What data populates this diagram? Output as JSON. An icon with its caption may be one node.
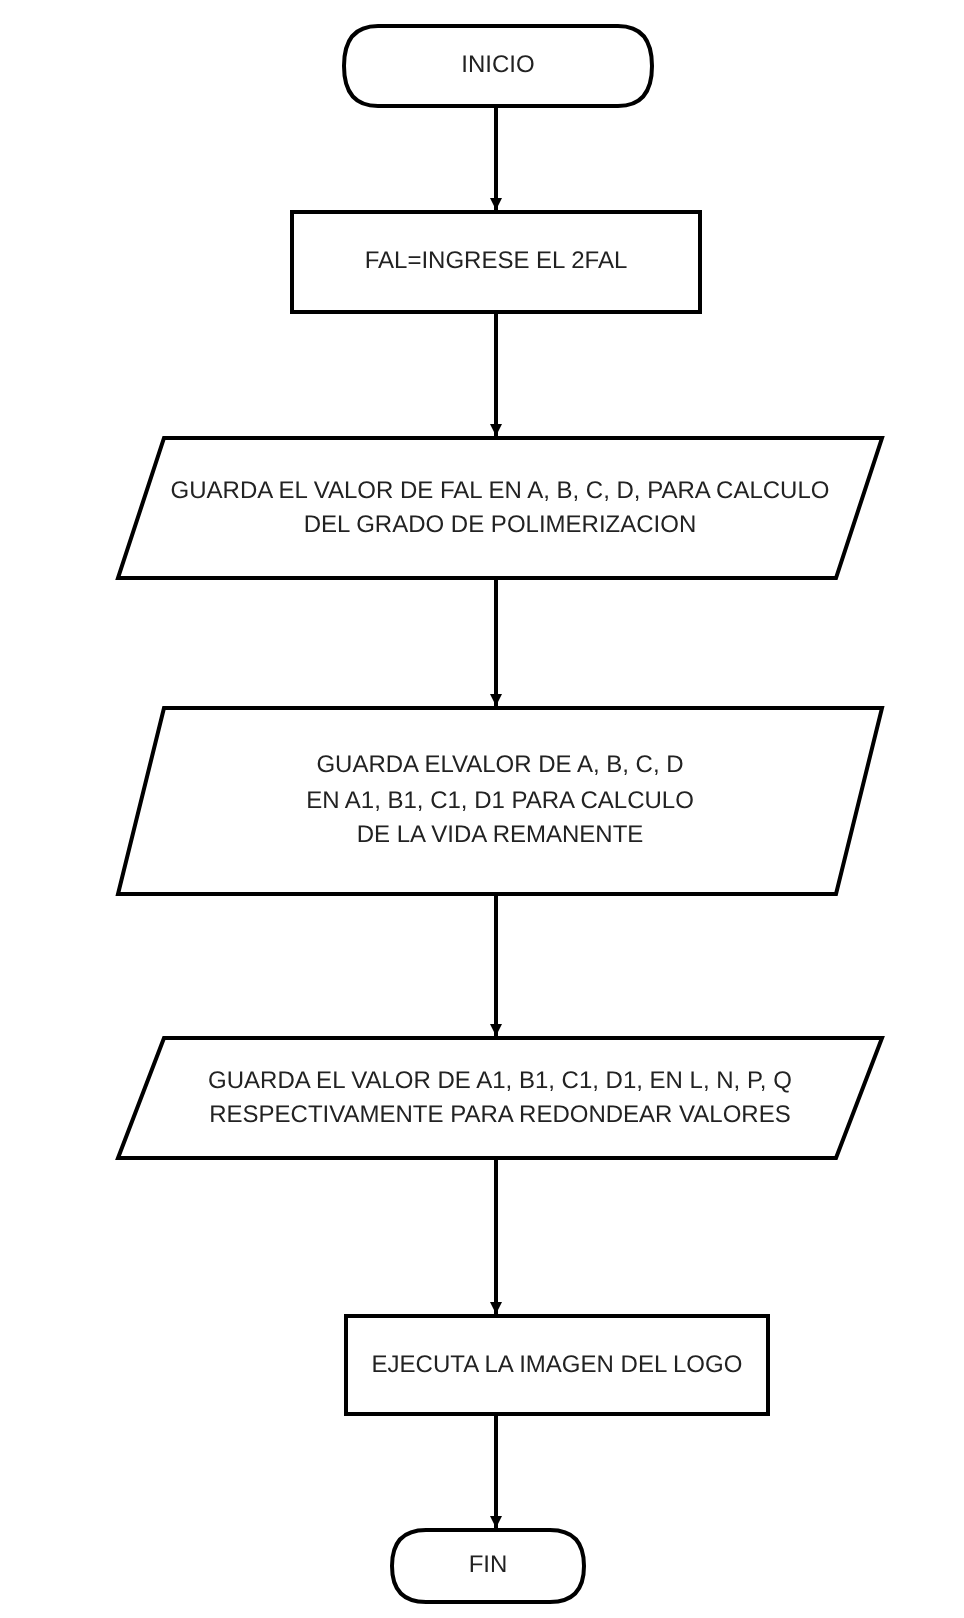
{
  "diagram": {
    "nodes": [
      {
        "text": [
          "INICIO"
        ]
      },
      {
        "text": [
          "FAL=INGRESE EL 2FAL"
        ]
      },
      {
        "text": [
          "GUARDA EL VALOR DE FAL EN A, B, C, D, PARA CALCULO DEL GRADO DE POLIMERIZACION"
        ]
      },
      {
        "text": [
          "GUARDA ELVALOR DE A, B, C, D EN A1, B1, C1, D1 PARA CALCULO DE LA VIDA REMANENTE"
        ]
      },
      {
        "text": [
          "GUARDA EL VALOR DE A1, B1, C1, D1, EN L, N, P, Q RESPECTIVAMENTE PARA REDONDEAR VALORES"
        ]
      },
      {
        "text": [
          "EJECUTA LA IMAGEN DEL LOGO"
        ]
      },
      {
        "text": [
          "FIN"
        ]
      }
    ],
    "edges": [
      {
        "from": 0,
        "to": 1,
        "arrow": "to"
      },
      {
        "from": 1,
        "to": 2,
        "arrow": "to"
      },
      {
        "from": 2,
        "to": 3,
        "arrow": "to"
      },
      {
        "from": 3,
        "to": 4,
        "arrow": "to"
      },
      {
        "from": 4,
        "to": 5,
        "arrow": "to"
      },
      {
        "from": 5,
        "to": 6,
        "arrow": "to"
      }
    ]
  }
}
